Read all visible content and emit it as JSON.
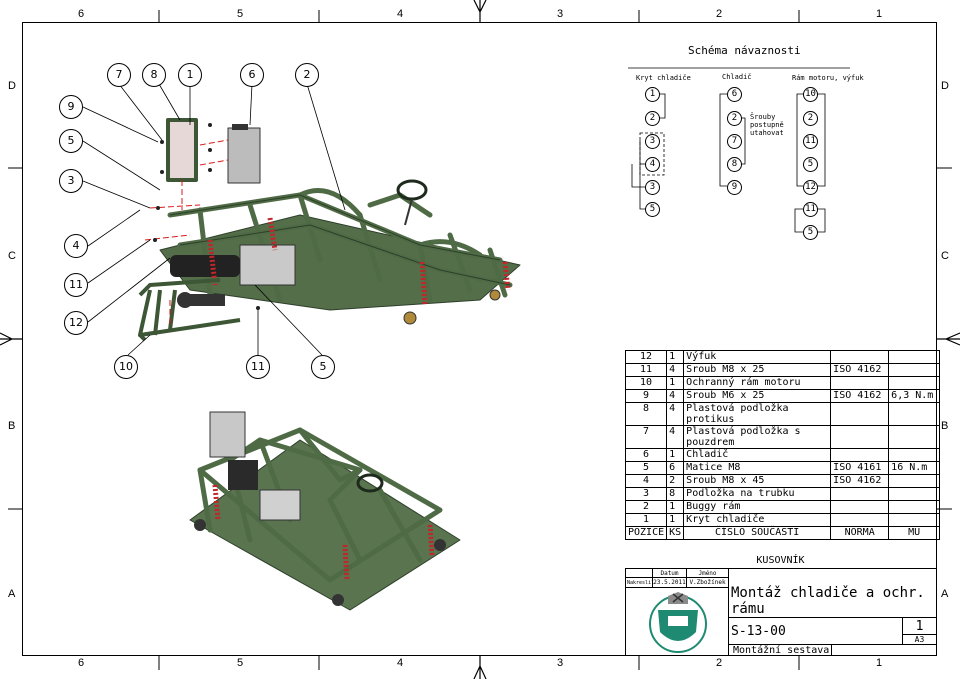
{
  "zones": {
    "columns_top": [
      "6",
      "5",
      "4",
      "3",
      "2",
      "1"
    ],
    "columns_bottom": [
      "6",
      "5",
      "4",
      "3",
      "2",
      "1"
    ],
    "rows_left": [
      "D",
      "C",
      "B",
      "A"
    ],
    "rows_right": [
      "D",
      "C",
      "B",
      "A"
    ]
  },
  "balloons": {
    "b7": "7",
    "b8": "8",
    "b1": "1",
    "b6": "6",
    "b2": "2",
    "b9": "9",
    "b5a": "5",
    "b3": "3",
    "b4": "4",
    "b11a": "11",
    "b12": "12",
    "b10": "10",
    "b11b": "11",
    "b5b": "5"
  },
  "schema": {
    "title": "Schéma návaznosti",
    "col1_title": "Kryt chladiče",
    "col2_title": "Chladič",
    "col3_title": "Rám motoru, výfuk",
    "note": [
      "Šrouby",
      "postupně",
      "utahovat"
    ],
    "col1": [
      "1",
      "2",
      "3",
      "4",
      "3",
      "5"
    ],
    "col2": [
      "6",
      "2",
      "7",
      "8",
      "9"
    ],
    "col3": [
      "10",
      "2",
      "11",
      "5",
      "12",
      "11",
      "5"
    ]
  },
  "bom": {
    "rows": [
      [
        "12",
        "1",
        "Výfuk",
        "",
        ""
      ],
      [
        "11",
        "4",
        "Šroub M8 x 25",
        "ISO 4162",
        ""
      ],
      [
        "10",
        "1",
        "Ochranný rám motoru",
        "",
        ""
      ],
      [
        "9",
        "4",
        "Šroub M6 x 25",
        "ISO 4162",
        "6,3 N.m"
      ],
      [
        "8",
        "4",
        "Plastová podložka protikus",
        "",
        ""
      ],
      [
        "7",
        "4",
        "Plastová podložka s pouzdrem",
        "",
        ""
      ],
      [
        "6",
        "1",
        "Chladič",
        "",
        ""
      ],
      [
        "5",
        "6",
        "Matice M8",
        "ISO 4161",
        "16 N.m"
      ],
      [
        "4",
        "2",
        "Šroub M8 x 45",
        "ISO 4162",
        ""
      ],
      [
        "3",
        "8",
        "Podložka na trubku",
        "",
        ""
      ],
      [
        "2",
        "1",
        "Buggy rám",
        "",
        ""
      ],
      [
        "1",
        "1",
        "Kryt chladiče",
        "",
        ""
      ]
    ],
    "header": [
      "POZICE",
      "KS",
      "ČÍSLO SOUČÁSTI",
      "NORMA",
      "MU"
    ],
    "caption": "KUSOVNÍK"
  },
  "title_block": {
    "datum_label": "Datum",
    "jmeno_label": "Jméno",
    "nakreslil_label": "Nakreslil",
    "date": "23.5.2011",
    "name": "V.Zbožínek",
    "title": "Montáž chladiče a ochr. rámu",
    "drawing_no": "S-13-00",
    "sheet": "1",
    "format": "A3",
    "subtitle": "Montážní sestava"
  },
  "colors": {
    "frame_green": "#4f6b45",
    "frame_dark": "#2d3f29",
    "shock_red": "#c0262a",
    "leader_red": "#d91a1a"
  }
}
